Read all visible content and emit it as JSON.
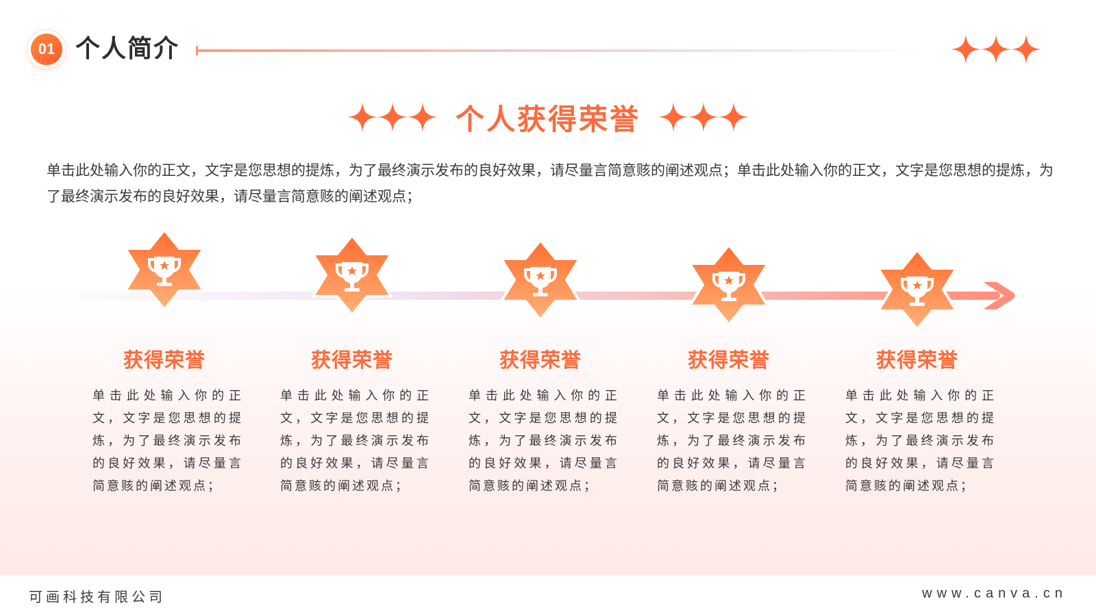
{
  "header": {
    "section_number": "01",
    "section_title": "个人简介"
  },
  "main": {
    "title": "个人获得荣誉",
    "intro": "单击此处输入你的正文，文字是您思想的提炼，为了最终演示发布的良好效果，请尽量言简意赅的阐述观点；单击此处输入你的正文，文字是您思想的提炼，为了最终演示发布的良好效果，请尽量言简意赅的阐述观点；"
  },
  "timeline": {
    "items": [
      {
        "icon": "trophy-icon",
        "title": "获得荣誉",
        "desc": "单击此处输入你的正文，文字是您思想的提炼，为了最终演示发布的良好效果，请尽量言简意赅的阐述观点；"
      },
      {
        "icon": "trophy-icon",
        "title": "获得荣誉",
        "desc": "单击此处输入你的正文，文字是您思想的提炼，为了最终演示发布的良好效果，请尽量言简意赅的阐述观点；"
      },
      {
        "icon": "trophy-icon",
        "title": "获得荣誉",
        "desc": "单击此处输入你的正文，文字是您思想的提炼，为了最终演示发布的良好效果，请尽量言简意赅的阐述观点；"
      },
      {
        "icon": "trophy-icon",
        "title": "获得荣誉",
        "desc": "单击此处输入你的正文，文字是您思想的提炼，为了最终演示发布的良好效果，请尽量言简意赅的阐述观点；"
      },
      {
        "icon": "trophy-icon",
        "title": "获得荣誉",
        "desc": "单击此处输入你的正文，文字是您思想的提炼，为了最终演示发布的良好效果，请尽量言简意赅的阐述观点；"
      }
    ]
  },
  "footer": {
    "company": "可画科技有限公司",
    "website": "www.canva.cn"
  },
  "colors": {
    "accent": "#ff6a3a",
    "accent_light": "#ffa267",
    "text": "#3a3a3a"
  }
}
